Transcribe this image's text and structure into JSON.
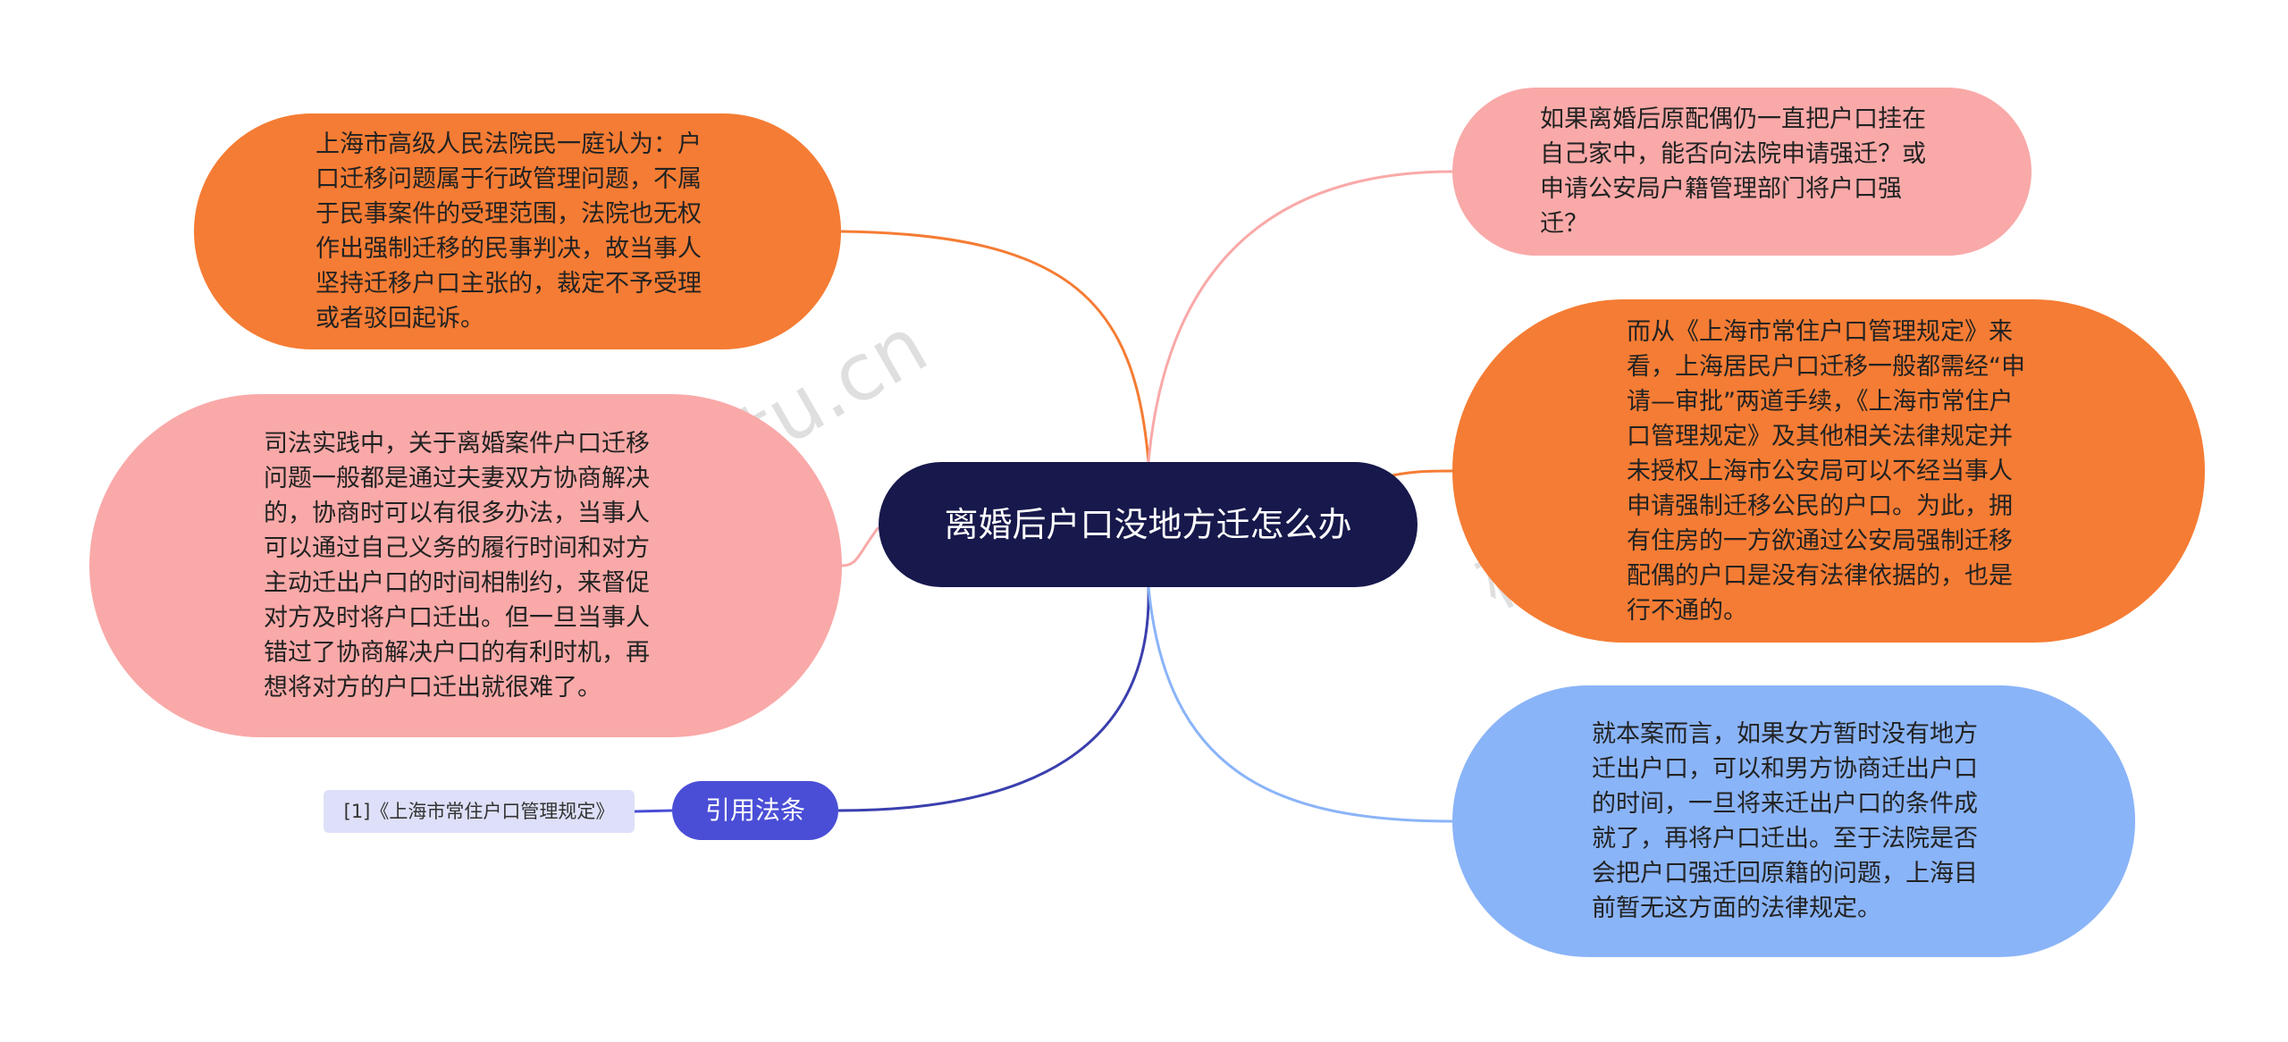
{
  "center": {
    "title": "离婚后户口没地方迁怎么办"
  },
  "nodes": {
    "top_left": "上海市高级人民法院民一庭认为：户口迁移问题属于行政管理问题，不属于民事案件的受理范围，法院也无权作出强制迁移的民事判决，故当事人坚持迁移户口主张的，裁定不予受理或者驳回起诉。",
    "mid_left": "司法实践中，关于离婚案件户口迁移问题一般都是通过夫妻双方协商解决的，协商时可以有很多办法，当事人可以通过自己义务的履行时间和对方主动迁出户口的时间相制约，来督促对方及时将户口迁出。但一旦当事人错过了协商解决户口的有利时机，再想将对方的户口迁出就很难了。",
    "top_right": "如果离婚后原配偶仍一直把户口挂在自己家中，能否向法院申请强迁？或申请公安局户籍管理部门将户口强迁？",
    "right": "而从《上海市常住户口管理规定》来看，上海居民户口迁移一般都需经“申请—审批”两道手续，《上海市常住户口管理规定》及其他相关法律规定并未授权上海市公安局可以不经当事人申请强制迁移公民的户口。为此，拥有住房的一方欲通过公安局强制迁移配偶的户口是没有法律依据的，也是行不通的。",
    "bottom_right": "就本案而言，如果女方暂时没有地方迁出户口，可以和男方协商迁出户口的时间，一旦将来迁出户口的条件成就了，再将户口迁出。至于法院是否会把户口强迁回原籍的问题，上海目前暂无这方面的法律规定。",
    "reference": "引用法条",
    "reference_item": "[1]《上海市常住户口管理规定》"
  },
  "watermark": [
    "树图 shutu.cn",
    "树图 shutu.cn"
  ],
  "colors": {
    "center": "#17184b",
    "orange": "#f57c34",
    "pink": "#f9a9a8",
    "blue": "#8ab4f8",
    "reference": "#4a4ed6",
    "reference_item": "#dde0f8"
  }
}
